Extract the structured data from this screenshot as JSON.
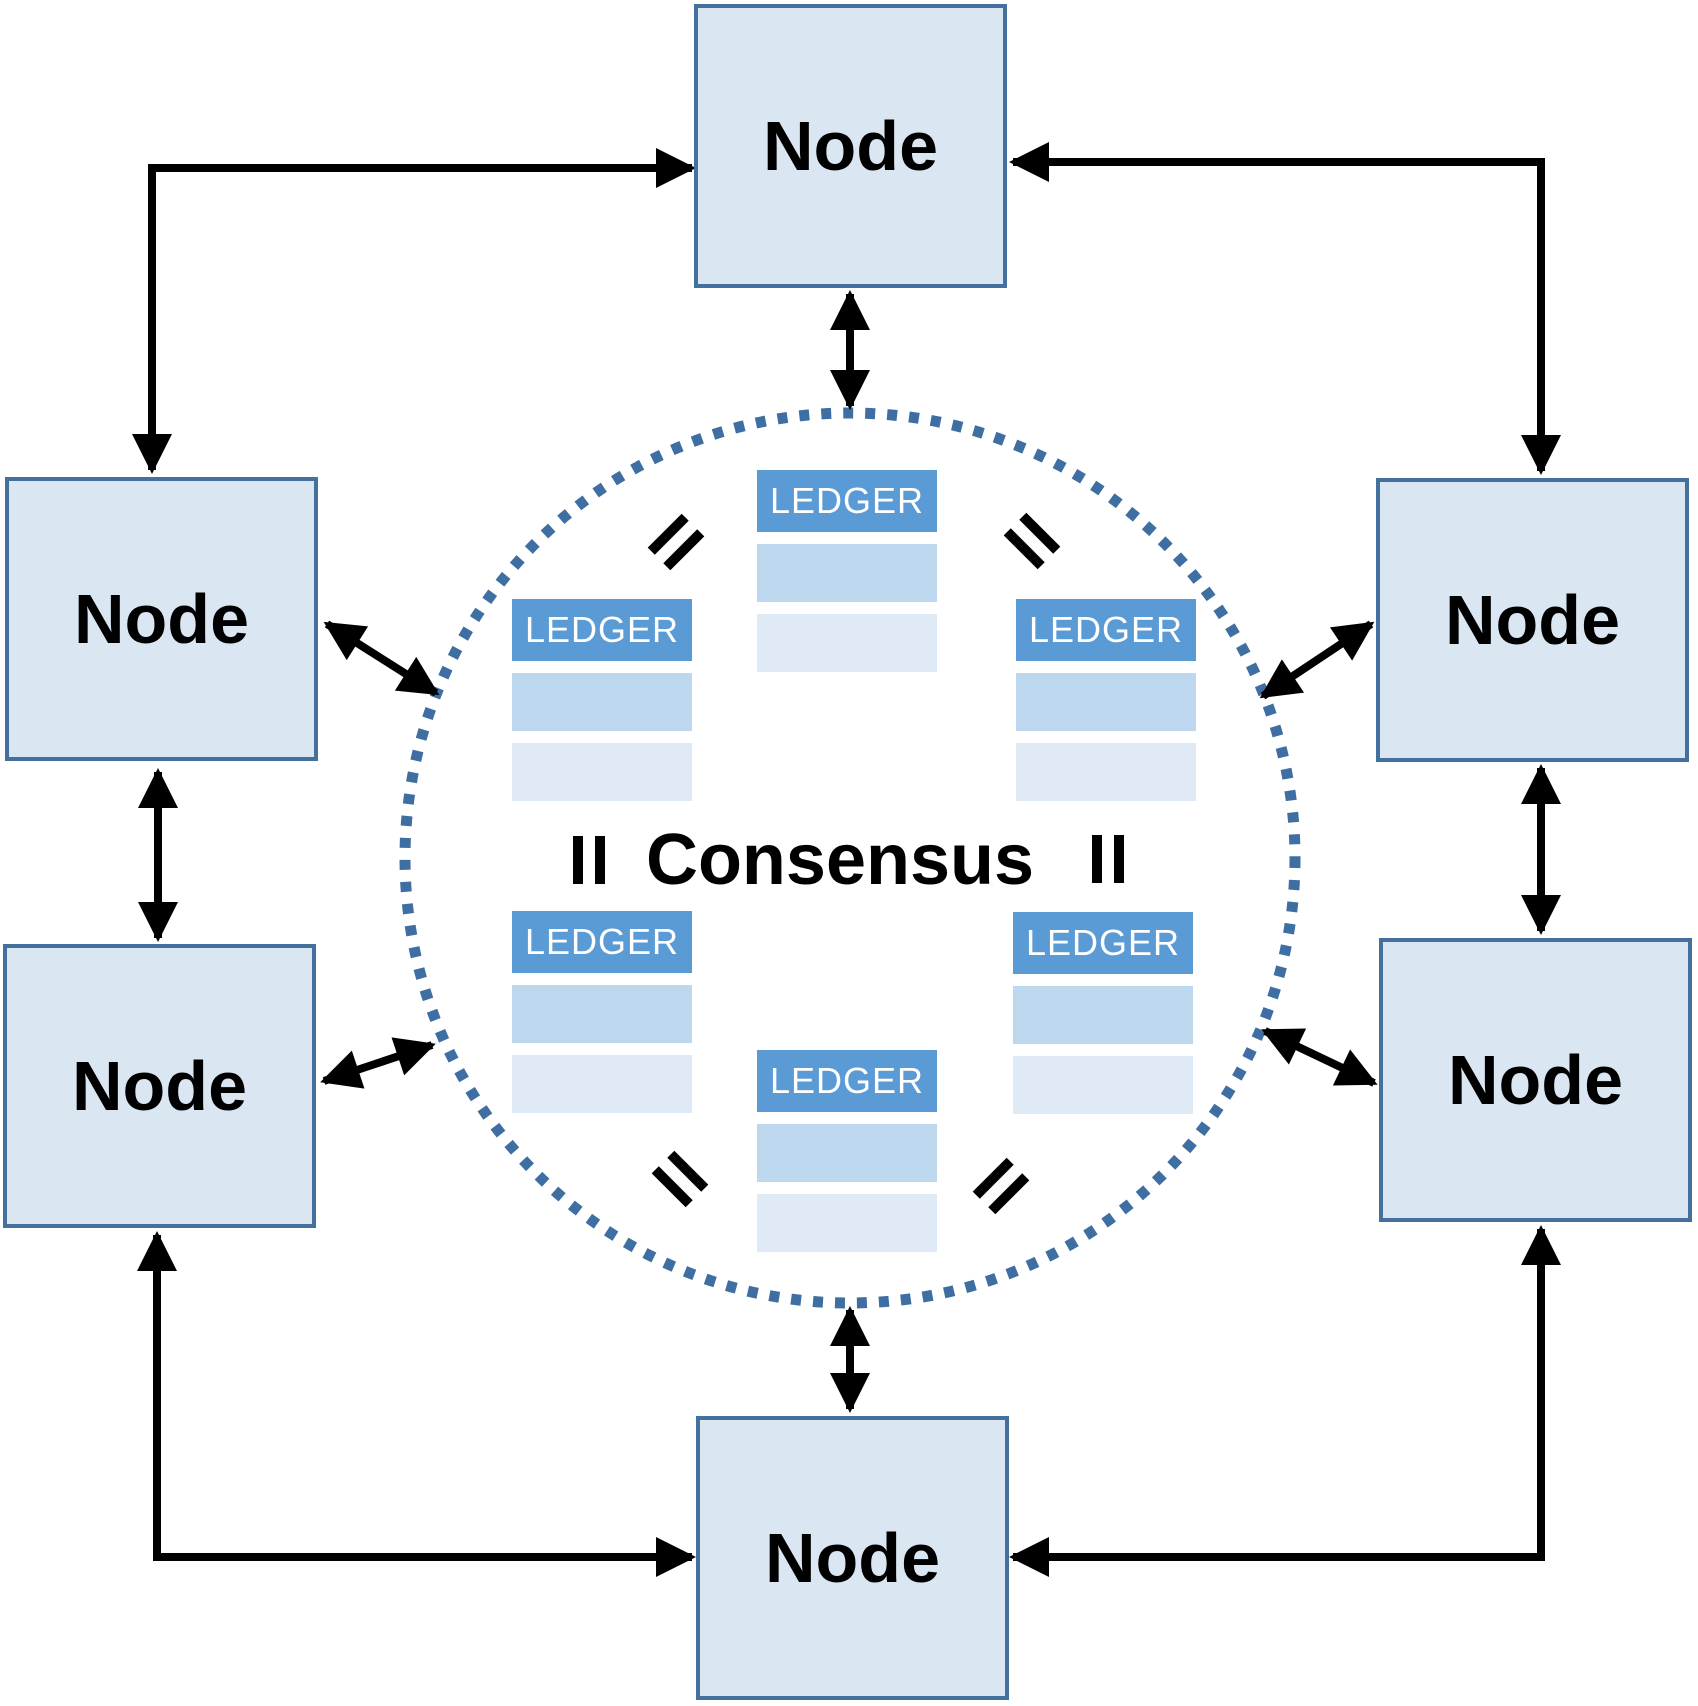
{
  "diagram": {
    "type": "peer-to-peer distributed ledger consensus network",
    "consensus_label": "Consensus",
    "node_label": "Node",
    "ledger_label": "LEDGER",
    "node_count": 6,
    "ledger_count": 6,
    "equals_symbol": "=",
    "nodes": [
      {
        "position": "top",
        "label": "Node"
      },
      {
        "position": "left-top",
        "label": "Node"
      },
      {
        "position": "left-bottom",
        "label": "Node"
      },
      {
        "position": "right-top",
        "label": "Node"
      },
      {
        "position": "right-bottom",
        "label": "Node"
      },
      {
        "position": "bottom",
        "label": "Node"
      }
    ],
    "ledgers": [
      {
        "position": "top-center",
        "label": "LEDGER",
        "rows": 2
      },
      {
        "position": "upper-left",
        "label": "LEDGER",
        "rows": 2
      },
      {
        "position": "upper-right",
        "label": "LEDGER",
        "rows": 2
      },
      {
        "position": "lower-left",
        "label": "LEDGER",
        "rows": 2
      },
      {
        "position": "lower-right",
        "label": "LEDGER",
        "rows": 2
      },
      {
        "position": "bottom-center",
        "label": "LEDGER",
        "rows": 2
      }
    ],
    "colors": {
      "node_fill": "#dbe6f3",
      "node_border": "#44709d",
      "ledger_header": "#5b9bd5",
      "ledger_row_medium": "#bdd7ee",
      "ledger_row_light": "#dfeaf6",
      "circle_dotted": "#3f6fa2",
      "arrow": "#000000",
      "text": "#000000",
      "ledger_text": "#ffffff"
    }
  }
}
